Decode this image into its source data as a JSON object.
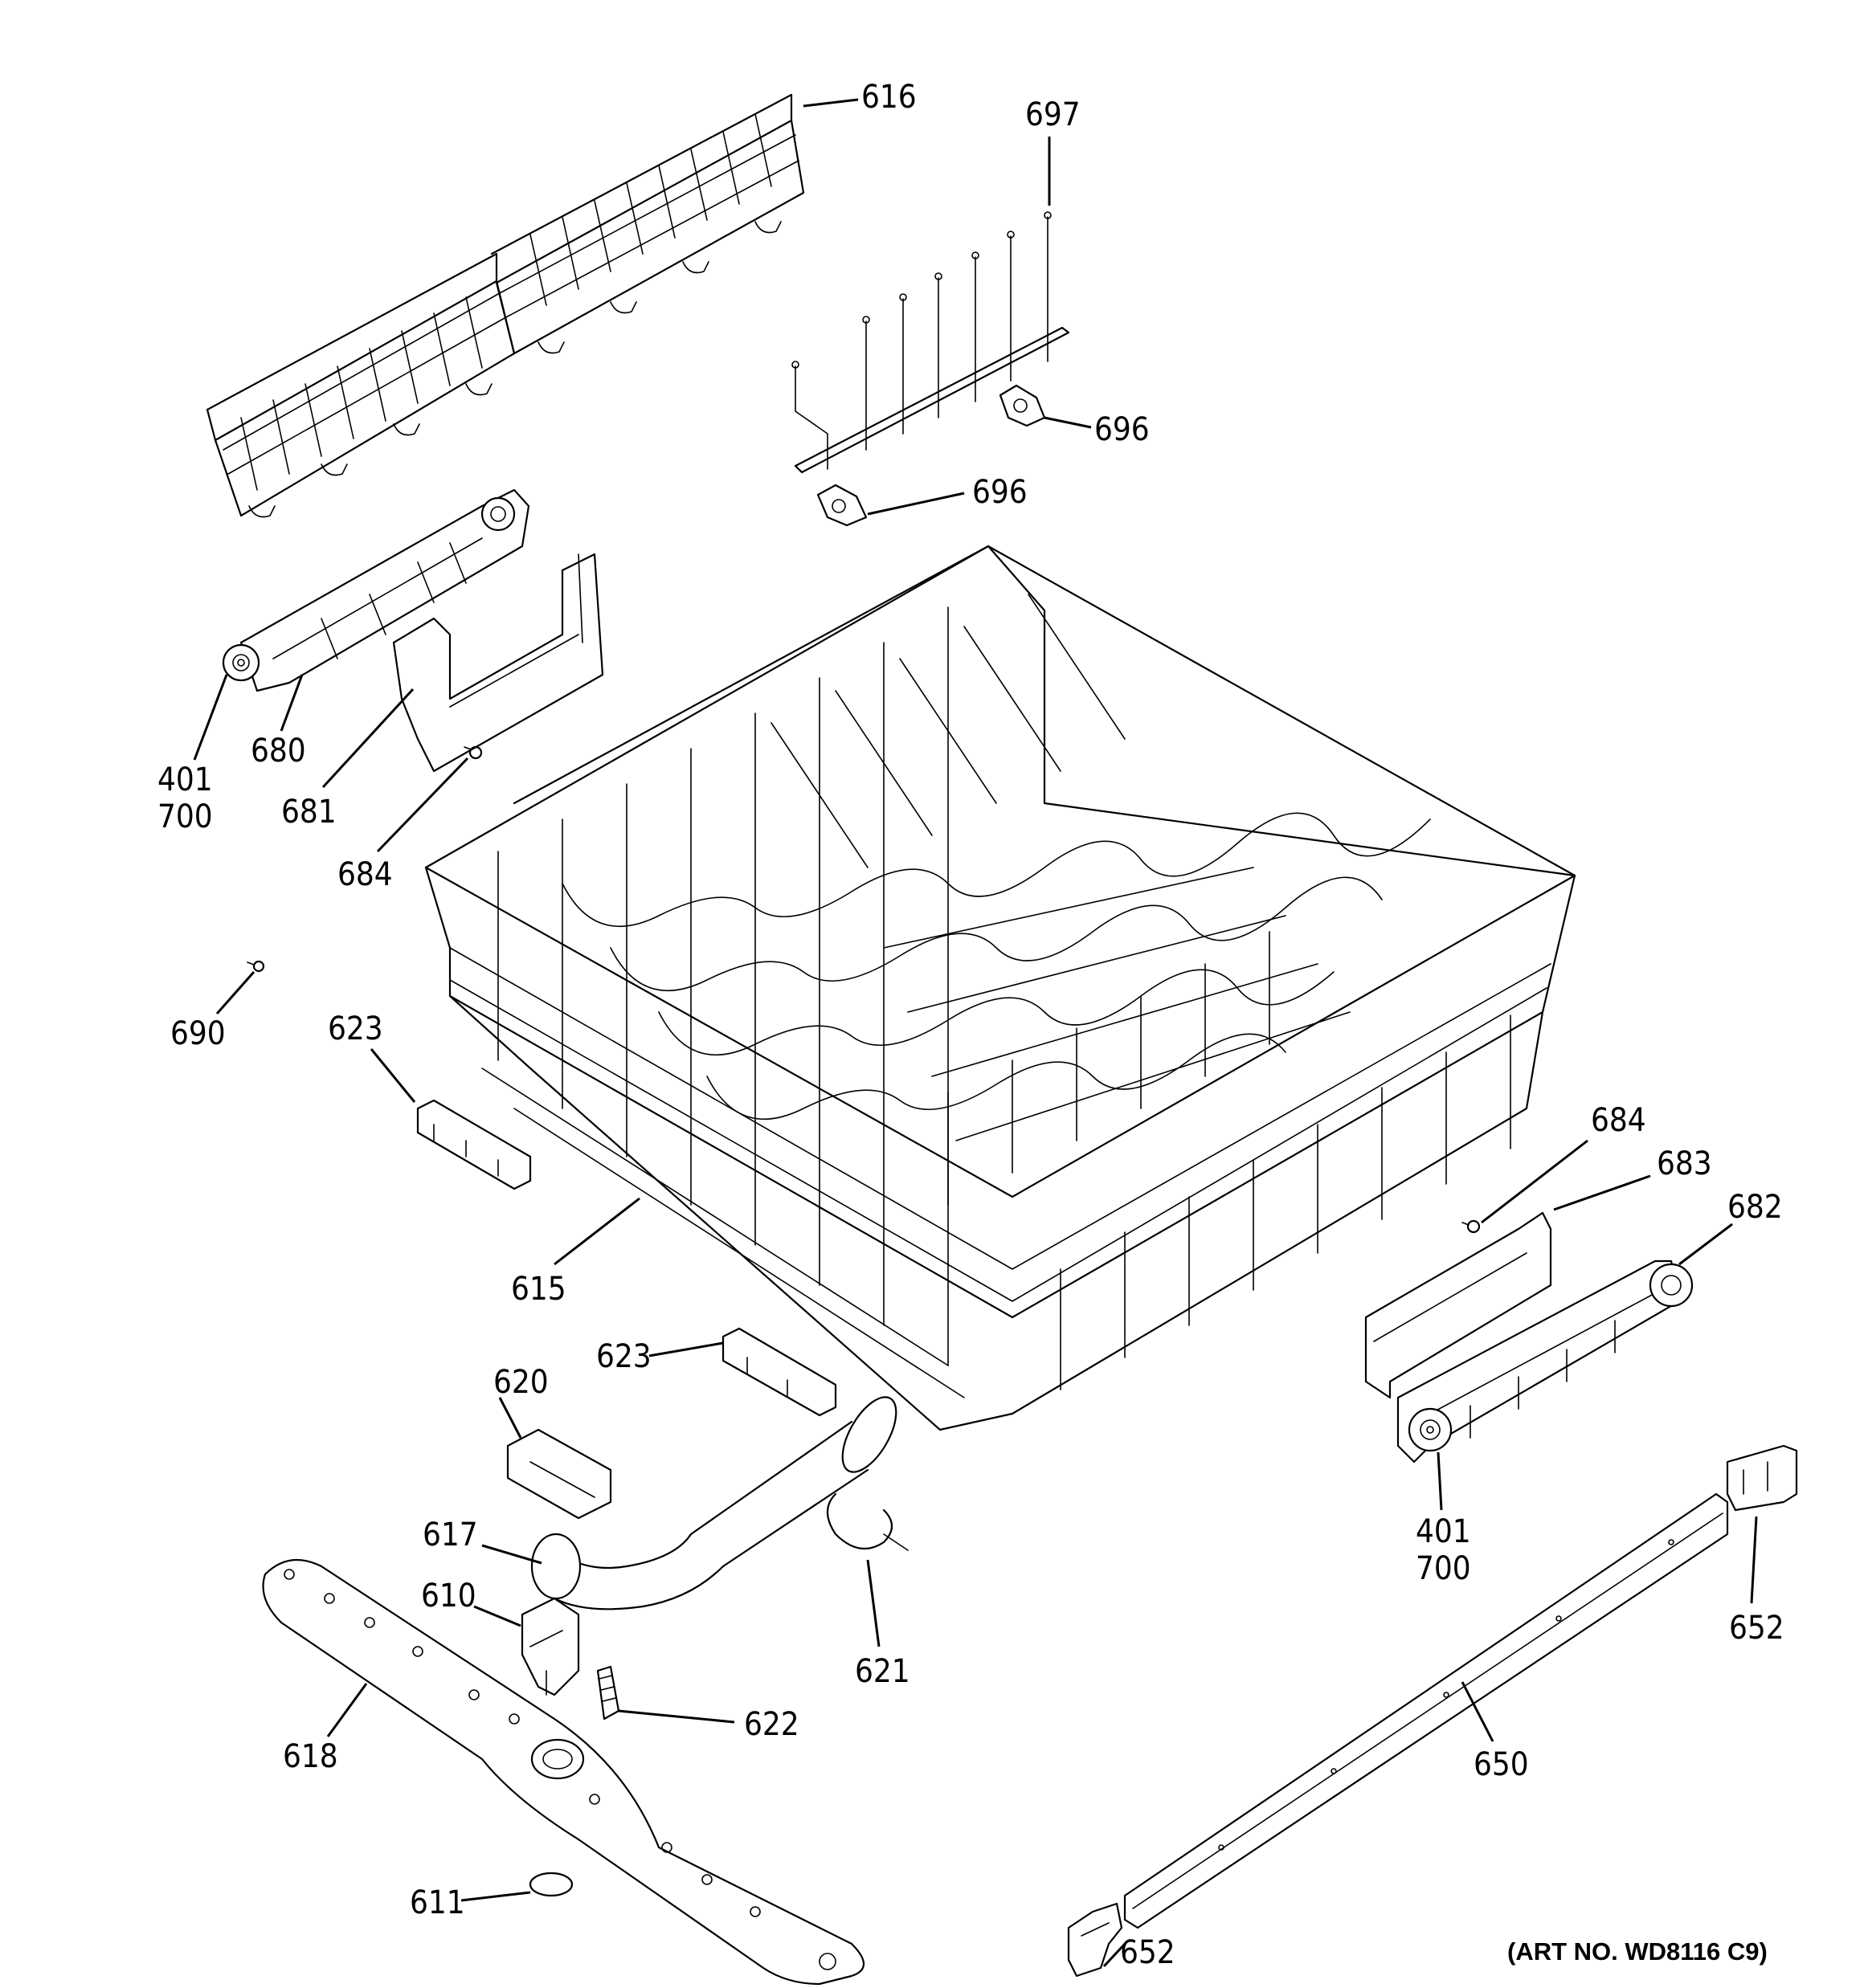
{
  "art_number": "(ART NO. WD8116 C9)",
  "callouts": [
    {
      "id": "c-616",
      "label": "616"
    },
    {
      "id": "c-697",
      "label": "697"
    },
    {
      "id": "c-696a",
      "label": "696"
    },
    {
      "id": "c-696b",
      "label": "696"
    },
    {
      "id": "c-401a",
      "label": "401"
    },
    {
      "id": "c-700a",
      "label": "700"
    },
    {
      "id": "c-680",
      "label": "680"
    },
    {
      "id": "c-681",
      "label": "681"
    },
    {
      "id": "c-684a",
      "label": "684"
    },
    {
      "id": "c-690",
      "label": "690"
    },
    {
      "id": "c-623a",
      "label": "623"
    },
    {
      "id": "c-615",
      "label": "615"
    },
    {
      "id": "c-684b",
      "label": "684"
    },
    {
      "id": "c-683",
      "label": "683"
    },
    {
      "id": "c-682",
      "label": "682"
    },
    {
      "id": "c-623b",
      "label": "623"
    },
    {
      "id": "c-620",
      "label": "620"
    },
    {
      "id": "c-617",
      "label": "617"
    },
    {
      "id": "c-610",
      "label": "610"
    },
    {
      "id": "c-401b",
      "label": "401"
    },
    {
      "id": "c-700b",
      "label": "700"
    },
    {
      "id": "c-652a",
      "label": "652"
    },
    {
      "id": "c-621",
      "label": "621"
    },
    {
      "id": "c-622",
      "label": "622"
    },
    {
      "id": "c-618",
      "label": "618"
    },
    {
      "id": "c-650",
      "label": "650"
    },
    {
      "id": "c-611",
      "label": "611"
    },
    {
      "id": "c-652b",
      "label": "652"
    }
  ]
}
